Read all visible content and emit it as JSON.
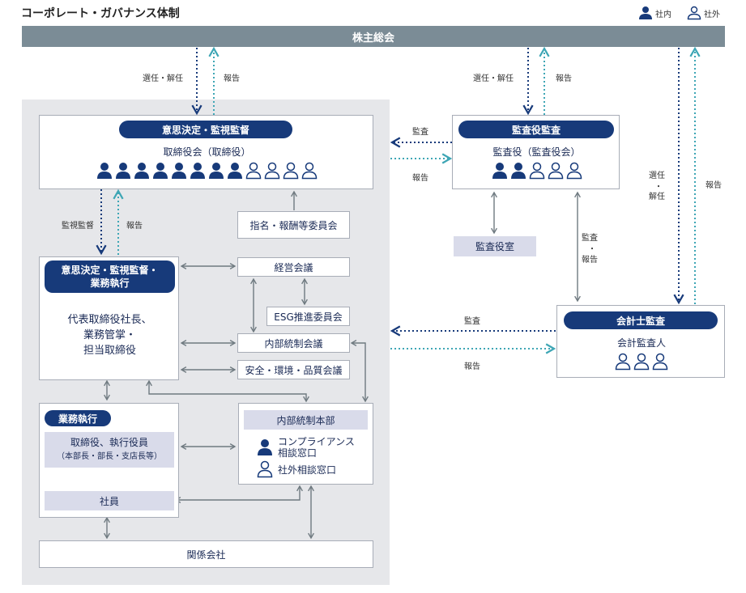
{
  "title": "コーポレート・ガバナンス体制",
  "legend": {
    "internal": "社内",
    "external": "社外"
  },
  "shareholders": "株主総会",
  "left_top": {
    "elect": "選任・解任",
    "report": "報告"
  },
  "board": {
    "header": "意思決定・監視監督",
    "name": "取締役会（取締役）",
    "internal_count": 8,
    "external_count": 4
  },
  "audit": {
    "header": "監査役監査",
    "name": "監査役（監査役会）",
    "internal_count": 2,
    "external_count": 3,
    "elect": "選任・解任",
    "report": "報告"
  },
  "board_audit": {
    "audit": "監査",
    "report": "報告"
  },
  "auditor_office": "監査役室",
  "nomination": "指名・報酬等委員会",
  "board_exec": {
    "supervise": "監視監督",
    "report": "報告"
  },
  "exec_box": {
    "header_line1": "意思決定・監視監督・",
    "header_line2": "業務執行",
    "body_line1": "代表取締役社長、",
    "body_line2": "業務管掌・",
    "body_line3": "担当取締役"
  },
  "committees": {
    "management": "経営会議",
    "esg": "ESG推進委員会",
    "internal_control": "内部統制会議",
    "safety": "安全・環境・品質会議"
  },
  "accounting": {
    "header": "会計士監査",
    "name": "会計監査人",
    "external_count": 3,
    "audit": "監査",
    "report": "報告",
    "elect_line1": "選任",
    "elect_dot": "・",
    "elect_line2": "解任",
    "report_right": "報告"
  },
  "audit_acc": {
    "line1": "監査",
    "dot": "・",
    "line2": "報告"
  },
  "business": {
    "header": "業務執行",
    "officers_line1": "取締役、執行役員",
    "officers_line2": "（本部長・部長・支店長等）",
    "employees": "社員"
  },
  "internal_hq": {
    "header": "内部統制本部",
    "compliance_line1": "コンプライアンス",
    "compliance_line2": "相談窓口",
    "external_desk": "社外相談窓口"
  },
  "affiliates": "関係会社",
  "colors": {
    "navy": "#173a7a",
    "teal": "#3ea6b5",
    "gray_arrow": "#6f7a80",
    "bar": "#7b8c96"
  }
}
